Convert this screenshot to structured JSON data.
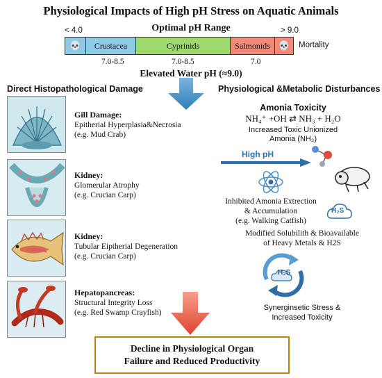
{
  "title": "Physiological Impacts of High pH Stress on Aquatic Animals",
  "range": {
    "title": "Optimal pH Range",
    "low_label": "< 4.0",
    "high_label": "> 9.0",
    "mortality_label": "Mortality",
    "segments": [
      {
        "name": "",
        "color": "#8ecae6"
      },
      {
        "name": "Crustacea",
        "color": "#8ecae6"
      },
      {
        "name": "Cyprinids",
        "color": "#9fd870"
      },
      {
        "name": "Salmonids",
        "color": "#f08a7a"
      },
      {
        "name": "",
        "color": "#f08a7a"
      }
    ],
    "crustacea_range": "7.0-8.5",
    "cyprinids_range": "7.0-8.5",
    "salmonids_value": "7.0"
  },
  "elevated_label": "Elevated Water pH (≈9.0)",
  "left": {
    "heading": "Direct Histopathological Damage",
    "items": [
      {
        "title": "Gill Damage:",
        "line1": "Epitherial Hyperplasia&Necrosia",
        "line2": "(e.g. Mud Crab)"
      },
      {
        "title": "Kidney:",
        "line1": "Glomerular Atrophy",
        "line2": "(e.g. Crucian Carp)"
      },
      {
        "title": "Kidney:",
        "line1": "Tubular Eiptherial Degeneration",
        "line2": "(e.g. Crucian Carp)"
      },
      {
        "title": "Hepatopancreas:",
        "line1": "Structural Integrity Loss",
        "line2": "(e.g. Red Swamp Crayfish)"
      }
    ]
  },
  "right": {
    "heading": "Physiological &Metabolic Disturbances",
    "ammonia_title": "Amonia Toxicity",
    "equation_left": "NH₄⁺ +OH",
    "equation_arrow": "⇄",
    "equation_right": "NH₃ + H₂O",
    "toxic_line1": "Increased Toxic Unionized",
    "toxic_line2": "Amonia (NH₃)",
    "high_ph": "High pH",
    "inhibit_line1": "Inhibited Amonia Extrection",
    "inhibit_line2": "& Accumulation",
    "inhibit_line3": "(e.g. Walking Catfish)",
    "h2s_label": "H₂S",
    "metals_line1": "Modified Solubilith & Bioavailable",
    "metals_line2": "of Heavy Metals & H2S",
    "cycle_label": "H₂S",
    "syn_line1": "Synerginsetic Stress &",
    "syn_line2": "Increased Toxicity"
  },
  "final": {
    "line1": "Decline in Physiological Organ",
    "line2": "Failure and Reduced Productivity"
  },
  "colors": {
    "arrow_blue": "#2f7fb8",
    "arrow_red": "#e0422f",
    "border_gold": "#b8860b"
  }
}
